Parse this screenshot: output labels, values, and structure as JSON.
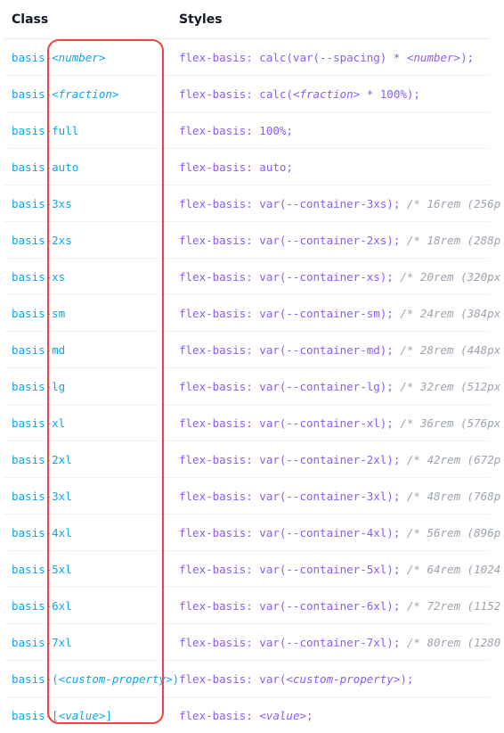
{
  "header": {
    "class_label": "Class",
    "styles_label": "Styles"
  },
  "colors": {
    "class_text": "#0ea5e9",
    "style_text": "#8b5cf6",
    "comment_text": "#9ca3af",
    "highlight": "#ef4444"
  },
  "rows": [
    {
      "class_prefix": "basis-",
      "class_arg": "<number>",
      "class_suffix": "",
      "style_prefix": "flex-basis: calc(var(--spacing) * ",
      "style_arg": "<number>",
      "style_suffix": ");",
      "comment": ""
    },
    {
      "class_prefix": "basis-",
      "class_arg": "<fraction>",
      "class_suffix": "",
      "style_prefix": "flex-basis: calc(",
      "style_arg": "<fraction>",
      "style_suffix": " * 100%);",
      "comment": ""
    },
    {
      "class_prefix": "basis-full",
      "class_arg": "",
      "class_suffix": "",
      "style_prefix": "flex-basis: 100%;",
      "style_arg": "",
      "style_suffix": "",
      "comment": ""
    },
    {
      "class_prefix": "basis-auto",
      "class_arg": "",
      "class_suffix": "",
      "style_prefix": "flex-basis: auto;",
      "style_arg": "",
      "style_suffix": "",
      "comment": ""
    },
    {
      "class_prefix": "basis-3xs",
      "class_arg": "",
      "class_suffix": "",
      "style_prefix": "flex-basis: var(--container-3xs);",
      "style_arg": "",
      "style_suffix": "",
      "comment": " /* 16rem (256p"
    },
    {
      "class_prefix": "basis-2xs",
      "class_arg": "",
      "class_suffix": "",
      "style_prefix": "flex-basis: var(--container-2xs);",
      "style_arg": "",
      "style_suffix": "",
      "comment": " /* 18rem (288p"
    },
    {
      "class_prefix": "basis-xs",
      "class_arg": "",
      "class_suffix": "",
      "style_prefix": "flex-basis: var(--container-xs);",
      "style_arg": "",
      "style_suffix": "",
      "comment": " /* 20rem (320px"
    },
    {
      "class_prefix": "basis-sm",
      "class_arg": "",
      "class_suffix": "",
      "style_prefix": "flex-basis: var(--container-sm);",
      "style_arg": "",
      "style_suffix": "",
      "comment": " /* 24rem (384px"
    },
    {
      "class_prefix": "basis-md",
      "class_arg": "",
      "class_suffix": "",
      "style_prefix": "flex-basis: var(--container-md);",
      "style_arg": "",
      "style_suffix": "",
      "comment": " /* 28rem (448px"
    },
    {
      "class_prefix": "basis-lg",
      "class_arg": "",
      "class_suffix": "",
      "style_prefix": "flex-basis: var(--container-lg);",
      "style_arg": "",
      "style_suffix": "",
      "comment": " /* 32rem (512px"
    },
    {
      "class_prefix": "basis-xl",
      "class_arg": "",
      "class_suffix": "",
      "style_prefix": "flex-basis: var(--container-xl);",
      "style_arg": "",
      "style_suffix": "",
      "comment": " /* 36rem (576px"
    },
    {
      "class_prefix": "basis-2xl",
      "class_arg": "",
      "class_suffix": "",
      "style_prefix": "flex-basis: var(--container-2xl);",
      "style_arg": "",
      "style_suffix": "",
      "comment": " /* 42rem (672p"
    },
    {
      "class_prefix": "basis-3xl",
      "class_arg": "",
      "class_suffix": "",
      "style_prefix": "flex-basis: var(--container-3xl);",
      "style_arg": "",
      "style_suffix": "",
      "comment": " /* 48rem (768p"
    },
    {
      "class_prefix": "basis-4xl",
      "class_arg": "",
      "class_suffix": "",
      "style_prefix": "flex-basis: var(--container-4xl);",
      "style_arg": "",
      "style_suffix": "",
      "comment": " /* 56rem (896p"
    },
    {
      "class_prefix": "basis-5xl",
      "class_arg": "",
      "class_suffix": "",
      "style_prefix": "flex-basis: var(--container-5xl);",
      "style_arg": "",
      "style_suffix": "",
      "comment": " /* 64rem (1024"
    },
    {
      "class_prefix": "basis-6xl",
      "class_arg": "",
      "class_suffix": "",
      "style_prefix": "flex-basis: var(--container-6xl);",
      "style_arg": "",
      "style_suffix": "",
      "comment": " /* 72rem (1152"
    },
    {
      "class_prefix": "basis-7xl",
      "class_arg": "",
      "class_suffix": "",
      "style_prefix": "flex-basis: var(--container-7xl);",
      "style_arg": "",
      "style_suffix": "",
      "comment": " /* 80rem (1280"
    },
    {
      "class_prefix": "basis-(",
      "class_arg": "<custom-property>",
      "class_suffix": ")",
      "style_prefix": "flex-basis: var(",
      "style_arg": "<custom-property>",
      "style_suffix": ");",
      "comment": ""
    },
    {
      "class_prefix": "basis-[",
      "class_arg": "<value>",
      "class_suffix": "]",
      "style_prefix": "flex-basis: ",
      "style_arg": "<value>",
      "style_suffix": ";",
      "comment": ""
    }
  ]
}
